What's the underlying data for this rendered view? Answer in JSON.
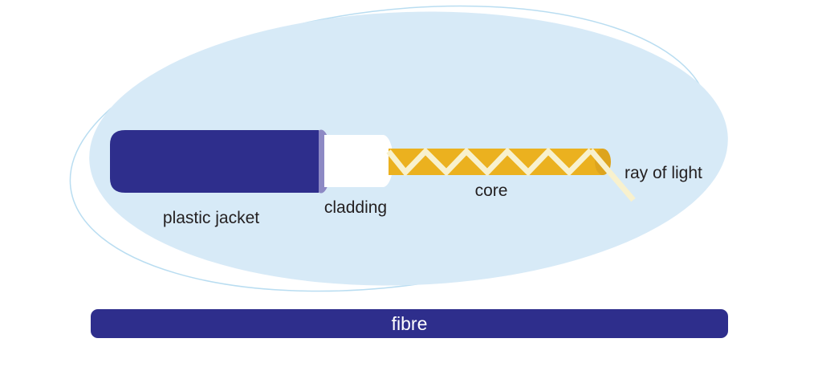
{
  "diagram": {
    "labels": {
      "plastic_jacket": "plastic jacket",
      "cladding": "cladding",
      "core": "core",
      "ray_of_light": "ray of light",
      "fibre": "fibre"
    },
    "colors": {
      "background": "#ffffff",
      "halo_fill": "#d7eaf7",
      "halo_outline": "#b9ddf1",
      "navy": "#2e2e8c",
      "jacket_rim": "#8d89c4",
      "cladding_white": "#ffffff",
      "core_gold": "#ebb11f",
      "core_cap": "#dda41e",
      "light_ray": "#f8f1ce",
      "label_text": "#231f20",
      "fibre_label": "#ffffff"
    }
  }
}
